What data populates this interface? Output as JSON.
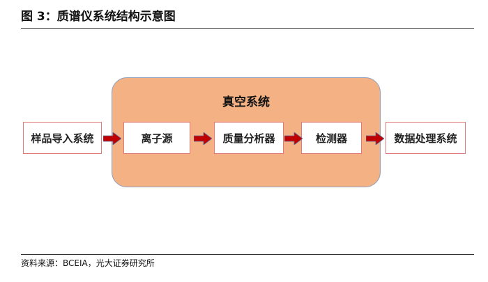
{
  "title": "图 3：质谱仪系统结构示意图",
  "vacuum_label": "真空系统",
  "nodes": [
    "样品导入系统",
    "离子源",
    "质量分析器",
    "检测器",
    "数据处理系统"
  ],
  "source": "资料来源：BCEIA，光大证券研究所",
  "colors": {
    "vacuum_fill": "#f4b183",
    "box_border": "#e07a7a",
    "arrow": "#c00000"
  }
}
